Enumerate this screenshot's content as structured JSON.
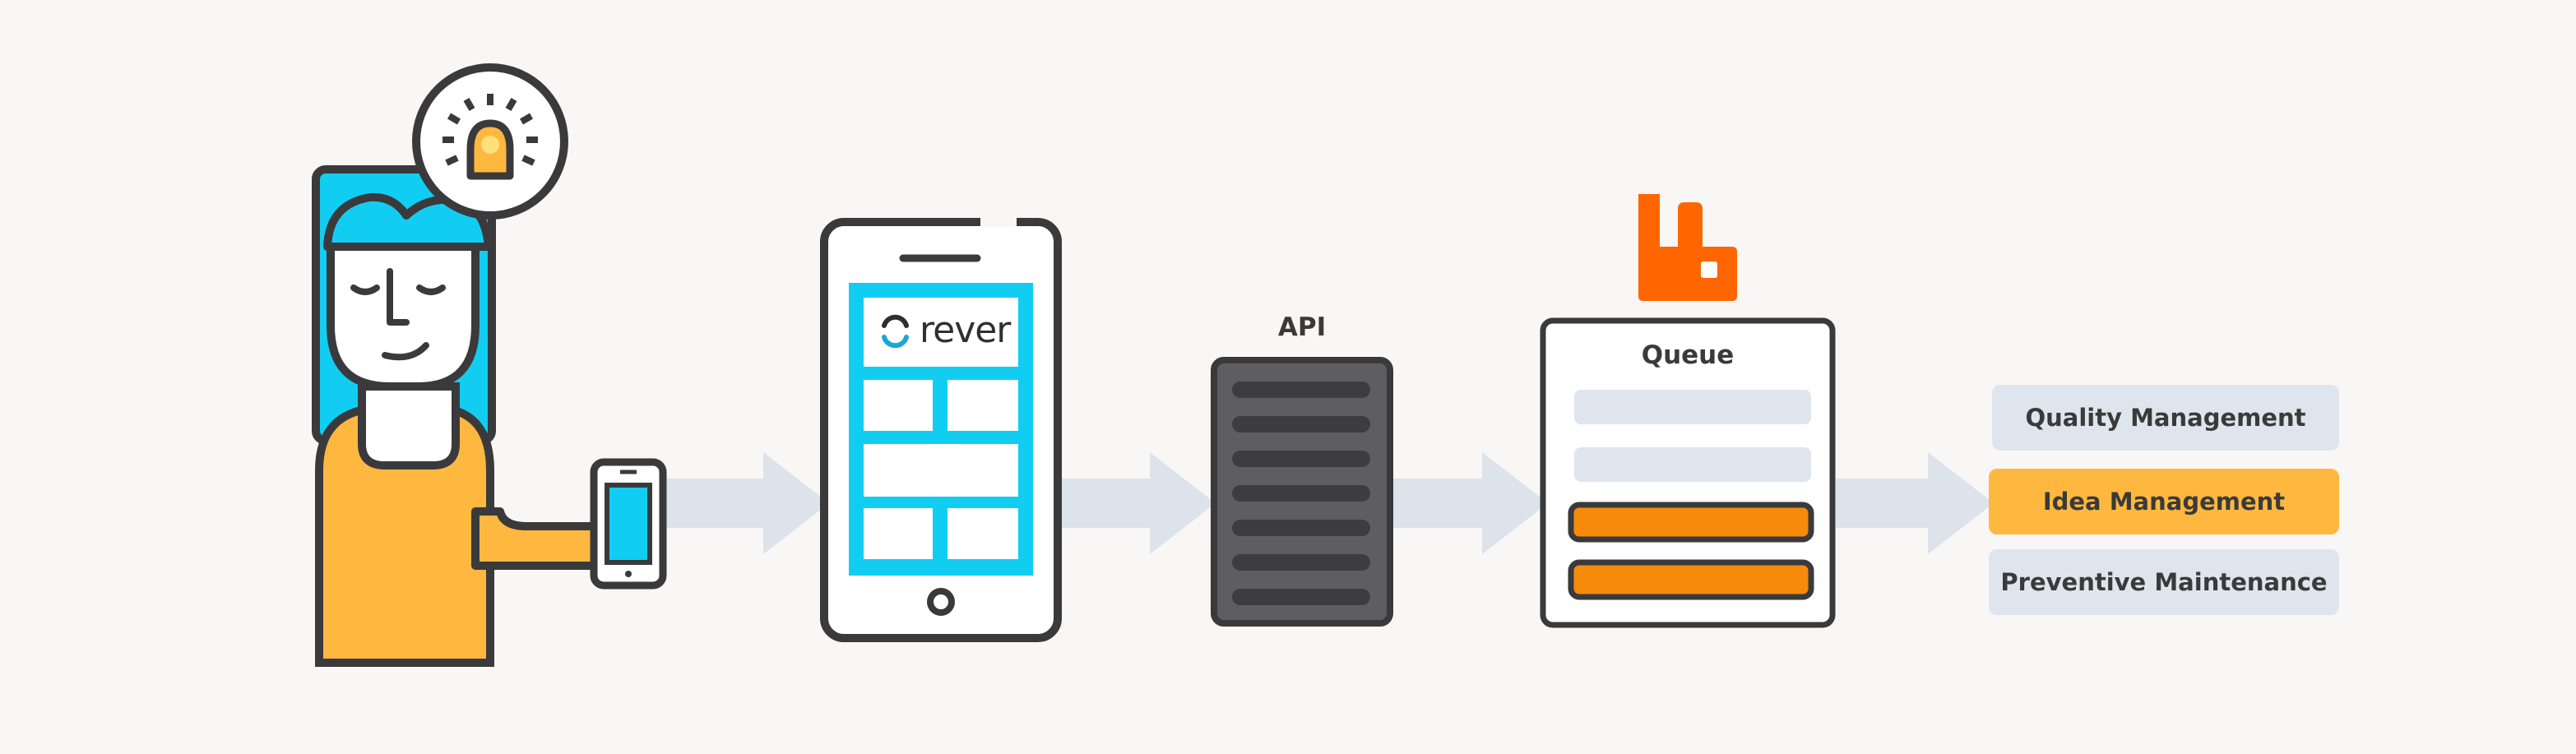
{
  "app": {
    "brand_name": "rever"
  },
  "stages": {
    "api_label": "API",
    "queue_label": "Queue"
  },
  "destinations": [
    {
      "label": "Quality Management",
      "highlighted": false
    },
    {
      "label": "Idea Management",
      "highlighted": true
    },
    {
      "label": "Preventive Maintenance",
      "highlighted": false
    }
  ],
  "colors": {
    "background": "#f8f7f5",
    "outline": "#3a3a3c",
    "cyan": "#12cdf2",
    "yellow": "#ffb83f",
    "orange": "#f58a0b",
    "brand_orange": "#ff6600",
    "arrow": "#dce3ea",
    "muted_box": "#dfe5ec",
    "server_body": "#5e5e60",
    "server_slot": "#3d3d3f"
  }
}
